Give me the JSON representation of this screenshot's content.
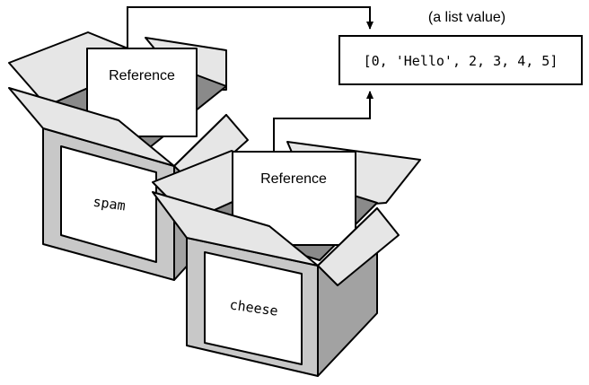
{
  "list_box": {
    "caption": "(a list value)",
    "value": "[0, 'Hello', 2, 3, 4, 5]"
  },
  "boxes": [
    {
      "name": "spam",
      "reference_label": "Reference"
    },
    {
      "name": "cheese",
      "reference_label": "Reference"
    }
  ],
  "colors": {
    "box_face": "#c8c8c8",
    "box_side": "#a2a2a2",
    "box_inside": "#8a8a8a",
    "flap": "#e6e6e6",
    "stroke": "#000000"
  }
}
